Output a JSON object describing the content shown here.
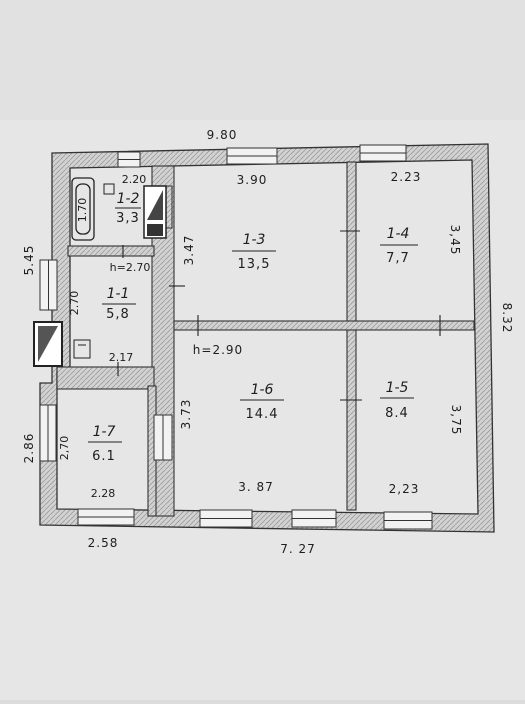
{
  "plan": {
    "overall": {
      "width_top": "9.80",
      "depth_right": "8.32",
      "bottom_total": "7. 27",
      "bottom_left": "2.58",
      "left_upper": "5.45",
      "left_lower": "2.86"
    },
    "heights": {
      "h1": "h=2.70",
      "h2": "h=2.90"
    },
    "rooms": {
      "r12": {
        "id": "1-2",
        "area": "3,3",
        "top": "2.20",
        "side": "1.70"
      },
      "r13": {
        "id": "1-3",
        "area": "13,5",
        "top": "3.90",
        "side": "3.47"
      },
      "r14": {
        "id": "1-4",
        "area": "7,7",
        "top": "2.23",
        "side": "3,45"
      },
      "r11": {
        "id": "1-1",
        "area": "5,8",
        "side": "2.70",
        "bottom": "2.17"
      },
      "r16": {
        "id": "1-6",
        "area": "14.4",
        "side": "3.73",
        "bottom": "3. 87"
      },
      "r15": {
        "id": "1-5",
        "area": "8.4",
        "side": "3,75",
        "bottom": "2,23"
      },
      "r17": {
        "id": "1-7",
        "area": "6.1",
        "side": "2,70",
        "bottom": "2.28"
      }
    }
  }
}
